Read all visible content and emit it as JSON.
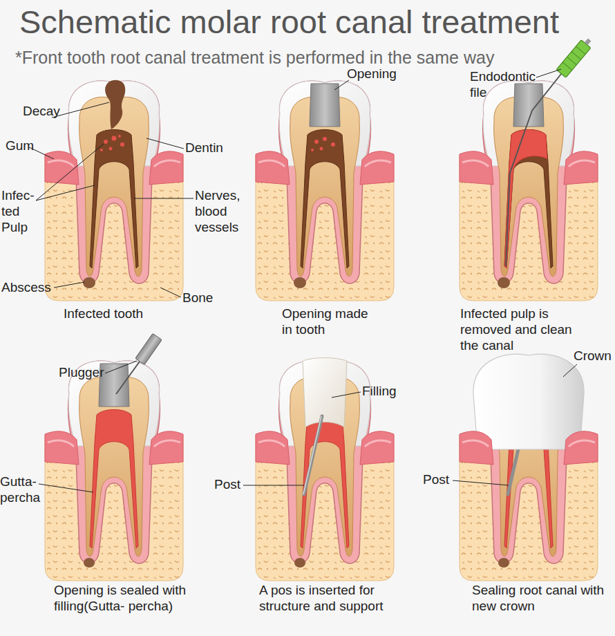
{
  "diagram": {
    "title": "Schematic molar root canal treatment",
    "labels": [
      "*Front tooth root canal treatment is performed in the same way",
      "Decay",
      "Gum",
      "Dentin",
      "Infec- ted Pulp",
      "Nerves, blood vessels",
      "Abscess",
      "Bone",
      "Infected tooth",
      "Opening",
      "Opening made in tooth",
      "Endodontic file",
      "Infected pulp is removed and clean the canal",
      "Plugger",
      "Gutta- percha",
      "Opening is sealed with filling(Gutta- percha)",
      "Filling",
      "Post",
      "A pos is inserted for structure and support",
      "Crown",
      "Post",
      "Sealing root canal with new crown"
    ]
  }
}
